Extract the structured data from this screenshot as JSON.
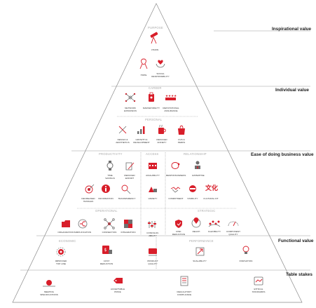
{
  "colors": {
    "accent": "#d81e2a",
    "icon_gray": "#6f6f6f",
    "line": "#9a9a9a",
    "section_label": "#a9a9a9"
  },
  "tiers": {
    "inspirational": "Inspirational value",
    "individual": "Individual value",
    "ease": "Ease of doing business value",
    "functional": "Functional value",
    "table_stakes": "Table stakes"
  },
  "sections": {
    "purpose": "PURPOSE",
    "career": "CAREER",
    "personal": "PERSONAL",
    "productivity": "PRODUCTIVITY",
    "access": "ACCESS",
    "relationship": "RELATIONSHIP",
    "operational": "OPERATIONAL",
    "strategic": "STRATEGIC",
    "economic": "ECONOMIC",
    "performance": "PERFORMANCE"
  },
  "elements": {
    "vision": [
      "VISION"
    ],
    "hope": [
      "HOPE"
    ],
    "social_responsibility": [
      "SOCIAL",
      "RESPONSIBILITY"
    ],
    "network_expansion": [
      "NETWORK",
      "EXPANSION"
    ],
    "marketability": [
      "MARKETABILITY"
    ],
    "reputational_assurance": [
      "REPUTATIONAL",
      "ASSURANCE"
    ],
    "design_aesthetics": [
      "DESIGN &",
      "AESTHETICS"
    ],
    "growth_development": [
      "GROWTH &",
      "DEVELOPMENT"
    ],
    "reduced_anxiety": [
      "REDUCED",
      "ANXIETY"
    ],
    "fun_perks": [
      "FUN &",
      "PERKS"
    ],
    "time_savings": [
      "TIME",
      "SAVINGS"
    ],
    "reduced_effort": [
      "REDUCED",
      "EFFORT"
    ],
    "availability": [
      "AVAILABILITY"
    ],
    "responsiveness": [
      "RESPONSIVENESS"
    ],
    "expertise": [
      "EXPERTISE"
    ],
    "decreased_hassles": [
      "DECREASED",
      "HASSLES"
    ],
    "information": [
      "INFORMATION"
    ],
    "transparency": [
      "TRANSPARENCY"
    ],
    "variety": [
      "VARIETY"
    ],
    "commitment": [
      "COMMITMENT"
    ],
    "stability": [
      "STABILITY"
    ],
    "cultural_fit": [
      "CULTURAL FIT"
    ],
    "organization": [
      "ORGANIZATION"
    ],
    "simplification": [
      "SIMPLIFICATION"
    ],
    "connection": [
      "CONNECTION"
    ],
    "integration": [
      "INTEGRATION"
    ],
    "configurability": [
      "CONFIGUR-",
      "ABILITY"
    ],
    "risk_reduction": [
      "RISK",
      "REDUCTION"
    ],
    "reach": [
      "REACH"
    ],
    "flexibility": [
      "FLEXIBILITY"
    ],
    "component_quality": [
      "COMPONENT",
      "QUALITY"
    ],
    "improved_top_line": [
      "IMPROVED",
      "TOP LINE"
    ],
    "cost_reduction": [
      "COST",
      "REDUCTION"
    ],
    "product_quality": [
      "PRODUCT",
      "QUALITY"
    ],
    "scalability": [
      "SCALABILITY"
    ],
    "innovation": [
      "INNOVATION"
    ],
    "meeting_specifications": [
      "MEETING",
      "SPECIFICATIONS"
    ],
    "acceptable_price": [
      "ACCEPTABLE",
      "PRICE"
    ],
    "regulatory_compliance": [
      "REGULATORY",
      "COMPLIANCE"
    ],
    "ethical_standards": [
      "ETHICAL",
      "STANDARDS"
    ]
  },
  "icons": {
    "vision": "telescope-icon",
    "hope": "ribbon-icon",
    "social_responsibility": "hands-heart-icon",
    "network_expansion": "network-icon",
    "marketability": "id-badge-icon",
    "reputational_assurance": "stars-icon",
    "design_aesthetics": "pencil-ruler-icon",
    "growth_development": "growth-icon",
    "reduced_anxiety": "coffee-cup-icon",
    "fun_perks": "bag-icon",
    "time_savings": "watch-icon",
    "reduced_effort": "pen-paper-icon",
    "availability": "calendar-icon",
    "responsiveness": "cycle-arrows-icon",
    "expertise": "expert-icon",
    "decreased_hassles": "target-icon",
    "information": "info-icon",
    "transparency": "magnifier-icon",
    "variety": "shapes-icon",
    "commitment": "handshake-icon",
    "stability": "stability-icon",
    "cultural_fit": "culture-character-icon",
    "organization": "folder-icon",
    "simplification": "simplify-icon",
    "connection": "connection-icon",
    "integration": "puzzle-icon",
    "configurability": "sliders-icon",
    "risk_reduction": "shield-icon",
    "reach": "globe-pin-icon",
    "flexibility": "flex-dots-icon",
    "component_quality": "component-icon",
    "improved_top_line": "gear-bulb-icon",
    "cost_reduction": "coins-icon",
    "product_quality": "quality-hand-icon",
    "scalability": "scalability-icon",
    "innovation": "lightbulb-icon",
    "meeting_specifications": "checkpoint-icon",
    "acceptable_price": "price-tag-icon",
    "regulatory_compliance": "document-stamp-icon",
    "ethical_standards": "handshake-doc-icon"
  }
}
